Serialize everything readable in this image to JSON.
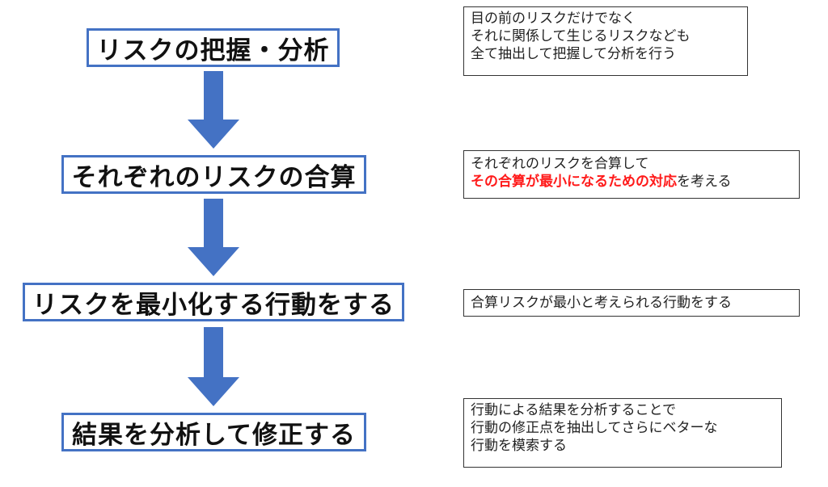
{
  "steps": [
    {
      "label": "リスクの把握・分析"
    },
    {
      "label": "それぞれのリスクの合算"
    },
    {
      "label": "リスクを最小化する行動をする"
    },
    {
      "label": "結果を分析して修正する"
    }
  ],
  "notes": [
    {
      "lines": [
        "目の前のリスクだけでなく",
        "それに関係して生じるリスクなども",
        "全て抽出して把握して分析を行う"
      ]
    },
    {
      "line1": "それぞれのリスクを合算して",
      "line2_highlight": "その合算が最小になるための対応",
      "line2_rest": "を考える"
    },
    {
      "lines": [
        "合算リスクが最小と考えられる行動をする"
      ]
    },
    {
      "lines": [
        "行動による結果を分析することで",
        "行動の修正点を抽出してさらにベターな",
        "行動を模索する"
      ]
    }
  ],
  "colors": {
    "box_border": "#4472c4",
    "arrow": "#4472c4",
    "highlight": "#ff1a1a"
  },
  "icons": [
    "down-arrow-icon"
  ]
}
